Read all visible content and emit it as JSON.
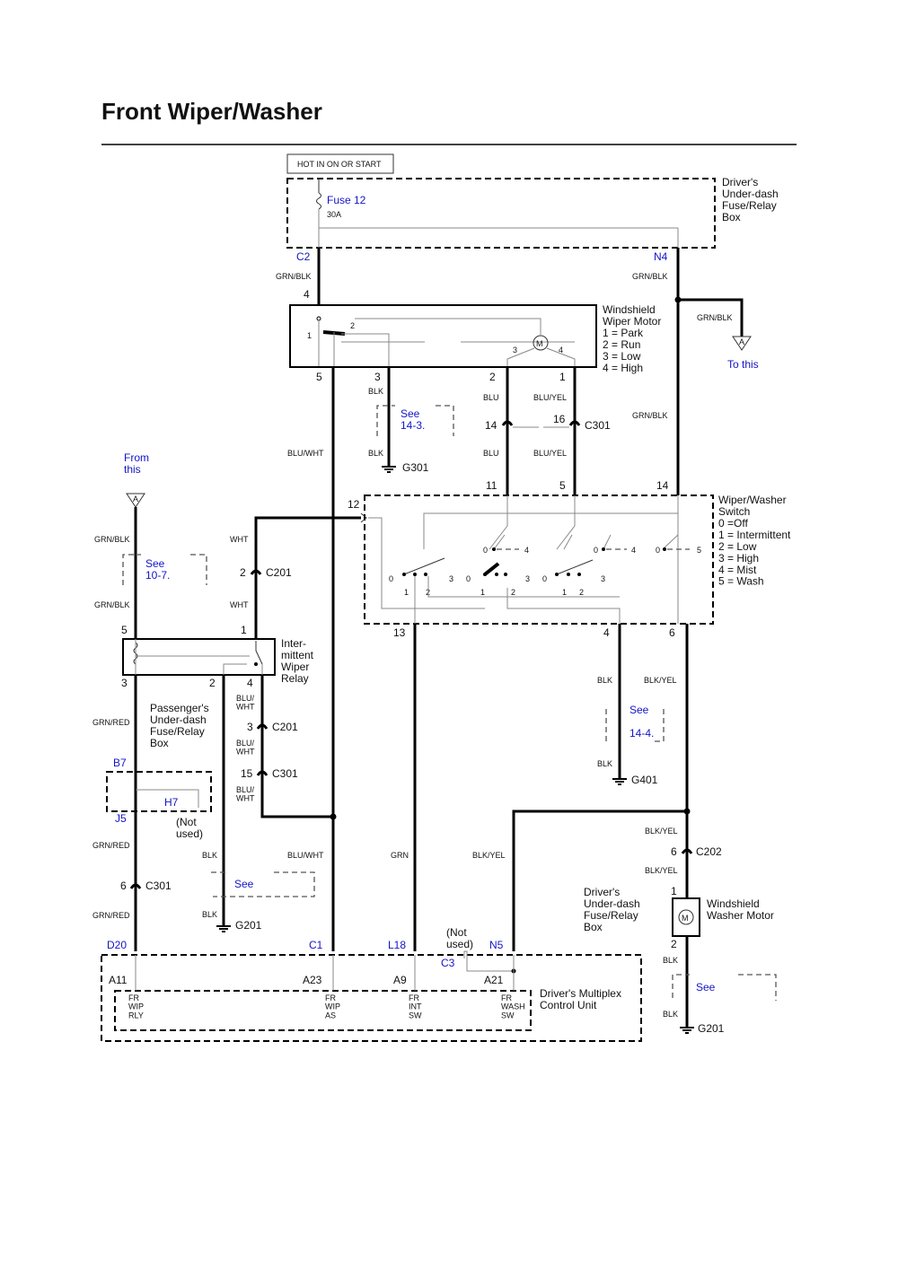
{
  "title": "Front Wiper/Washer",
  "power": {
    "hot_label": "HOT IN ON OR START",
    "fuse_name": "Fuse 12",
    "fuse_rating": "30A"
  },
  "boxes": {
    "drivers_fuse": "Driver's\nUnder-dash\nFuse/Relay\nBox",
    "wiper_motor": "Windshield\nWiper Motor\n1 = Park\n2 = Run\n3 = Low\n4 = High",
    "wiper_switch": "Wiper/Washer\nSwitch\n0 =Off\n1 = Intermittent\n2 = Low\n3 = High\n4 = Mist\n5 = Wash",
    "int_relay": "Inter-\nmittent\nWiper\nRelay",
    "pass_fuse": "Passenger's\nUnder-dash\nFuse/Relay\nBox",
    "drivers_fuse_lower": "Driver's\nUnder-dash\nFuse/Relay\nBox",
    "washer_motor": "Windshield\nWasher Motor",
    "mcu": "Driver's Multiplex\nControl Unit",
    "not_used_1": "(Not\nused)",
    "not_used_2": "(Not\nused)"
  },
  "wires": {
    "grn_blk": "GRN/BLK",
    "blk": "BLK",
    "blu": "BLU",
    "blu_yel": "BLU/YEL",
    "blu_wht": "BLU/WHT",
    "blu_wht_stack": "BLU/\nWHT",
    "wht": "WHT",
    "grn_red": "GRN/RED",
    "grn": "GRN",
    "blk_yel": "BLK/YEL"
  },
  "connectors": {
    "c2": "C2",
    "n4": "N4",
    "c301": "C301",
    "c201": "C201",
    "c202": "C202",
    "b7": "B7",
    "h7": "H7",
    "j5": "J5",
    "d20": "D20",
    "c1": "C1",
    "l18": "L18",
    "n5": "N5",
    "c3": "C3",
    "a11": "A11",
    "a23": "A23",
    "a9": "A9",
    "a21": "A21"
  },
  "grounds": {
    "g301": "G301",
    "g401": "G401",
    "g201": "G201"
  },
  "refs": {
    "to_this": "To this",
    "from_this": "From\nthis",
    "flag_a": "A",
    "see": "See",
    "see_14_3": "See\n14-3.",
    "see_10_7": "See\n10-7.",
    "see_14_4": "14-4."
  },
  "pins": {
    "p1": "1",
    "p2": "2",
    "p3": "3",
    "p4": "4",
    "p5": "5",
    "p6": "6",
    "p11": "11",
    "p12": "12",
    "p13": "13",
    "p14": "14",
    "p15": "15",
    "p16": "16",
    "p0": "0"
  },
  "mcu_inputs": {
    "fr_wip_rly": "FR\nWIP\nRLY",
    "fr_wip_as": "FR\nWIP\nAS",
    "fr_int_sw": "FR\nINT\nSW",
    "fr_wash_sw": "FR\nWASH\nSW"
  }
}
